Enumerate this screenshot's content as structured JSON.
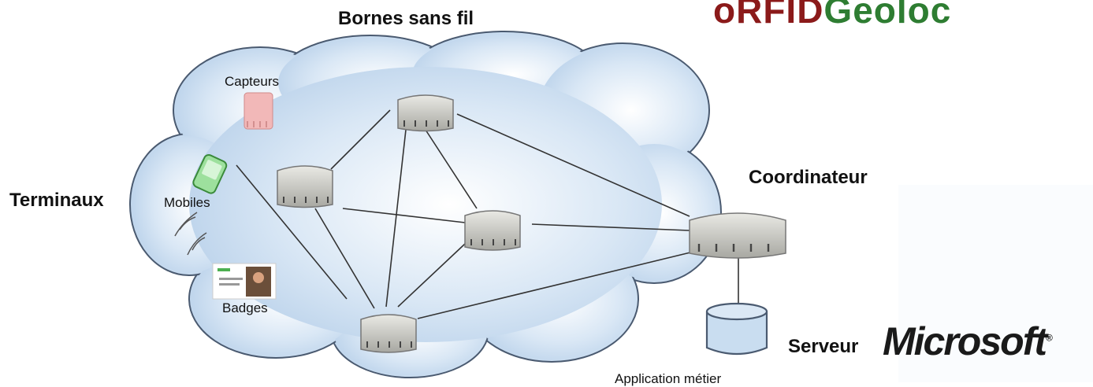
{
  "title": "Bornes sans fil",
  "logo": {
    "part1": "oRFID",
    "part2": "Geoloc"
  },
  "labels": {
    "capteurs": "Capteurs",
    "mobiles": "Mobiles",
    "badges": "Badges",
    "terminaux": "Terminaux",
    "coordinateur": "Coordinateur",
    "serveur": "Serveur",
    "microsoft": "Microsoft",
    "application": "Application métier"
  },
  "icons": {
    "node": "wireless-access-point-icon",
    "coordinator": "coordinator-router-icon",
    "sensor": "sensor-icon",
    "mobile": "mobile-phone-icon",
    "badge": "badge-card-icon",
    "database": "database-server-icon",
    "signal": "wireless-signal-icon"
  },
  "colors": {
    "cloud_fill": "#c9ddf0",
    "cloud_stroke": "#4a5a70",
    "device": "#cfcfc9",
    "link": "#333333",
    "logo_red": "#8b1a1a",
    "logo_green": "#2e7d32"
  }
}
